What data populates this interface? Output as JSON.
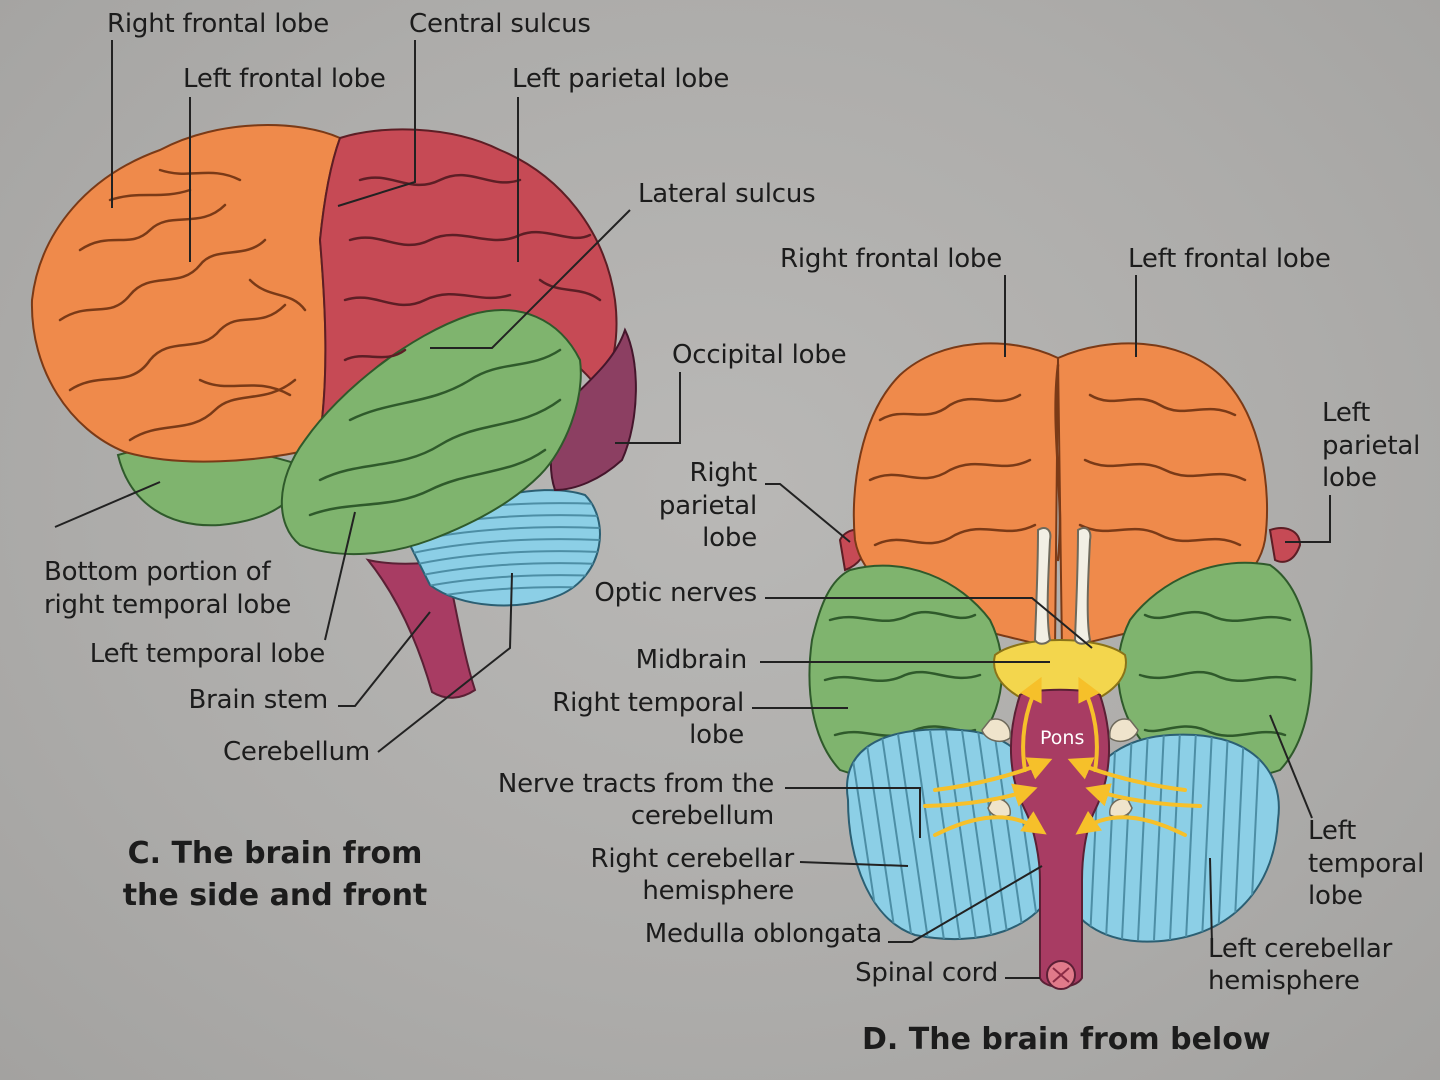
{
  "colors": {
    "background": "#b0afad",
    "frontal_lobe": "#ef8a4b",
    "parietal_lobe": "#c64a55",
    "temporal_lobe": "#7fb46e",
    "occipital_lobe": "#8c3f62",
    "cerebellum": "#8ccfe6",
    "brain_stem": "#a83c63",
    "midbrain": "#f3d64d",
    "nerve_tract_arrows": "#f6c02a",
    "leader_lines": "#222222"
  },
  "side_view": {
    "caption_line1": "C. The brain from",
    "caption_line2": "the side and front",
    "labels": {
      "right_frontal_lobe": "Right frontal lobe",
      "central_sulcus": "Central sulcus",
      "left_frontal_lobe": "Left frontal lobe",
      "left_parietal_lobe": "Left parietal lobe",
      "lateral_sulcus": "Lateral sulcus",
      "occipital_lobe": "Occipital lobe",
      "bottom_temporal_line1": "Bottom portion of",
      "bottom_temporal_line2": "right temporal lobe",
      "left_temporal_lobe": "Left temporal lobe",
      "brain_stem": "Brain stem",
      "cerebellum": "Cerebellum"
    }
  },
  "bottom_view": {
    "caption": "D. The brain from below",
    "labels": {
      "right_frontal_lobe": "Right frontal lobe",
      "left_frontal_lobe": "Left frontal lobe",
      "left_parietal_lobe_1": "Left",
      "left_parietal_lobe_2": "parietal",
      "left_parietal_lobe_3": "lobe",
      "right_parietal_lobe_1": "Right",
      "right_parietal_lobe_2": "parietal",
      "right_parietal_lobe_3": "lobe",
      "optic_nerves": "Optic nerves",
      "midbrain": "Midbrain",
      "right_temporal_lobe_1": "Right temporal",
      "right_temporal_lobe_2": "lobe",
      "pons": "Pons",
      "nerve_tracts_1": "Nerve tracts from the",
      "nerve_tracts_2": "cerebellum",
      "right_cerebellar_1": "Right cerebellar",
      "right_cerebellar_2": "hemisphere",
      "medulla_oblongata": "Medulla oblongata",
      "spinal_cord": "Spinal cord",
      "left_temporal_lobe_1": "Left",
      "left_temporal_lobe_2": "temporal",
      "left_temporal_lobe_3": "lobe",
      "left_cerebellar_1": "Left cerebellar",
      "left_cerebellar_2": "hemisphere"
    }
  }
}
